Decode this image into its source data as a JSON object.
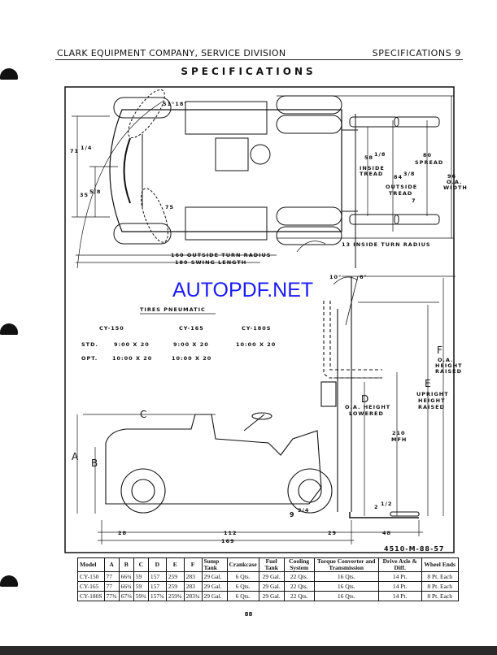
{
  "header": {
    "left": "CLARK EQUIPMENT COMPANY, SERVICE DIVISION",
    "right": "SPECIFICATIONS  9"
  },
  "title": "SPECIFICATIONS",
  "watermark": "AUTOPDF.NET",
  "top_view": {
    "angle": "51°18'",
    "angle2": "75",
    "dim_71": "71",
    "dim_71_frac": "1/4",
    "dim_35": "35",
    "dim_35_frac": "5/8",
    "outside_turn": "160 OUTSIDE TURN RADIUS",
    "swing_length": "189 SWING LENGTH",
    "inside_turn": "13 INSIDE TURN RADIUS",
    "inside_tread_val": "58",
    "inside_tread_frac": "1/8",
    "inside_tread_l1": "INSIDE",
    "inside_tread_l2": "TREAD",
    "outside_tread_val": "84",
    "outside_tread_frac": "3/8",
    "outside_tread_l1": "OUTSIDE",
    "outside_tread_l2": "TREAD",
    "spread_val": "80",
    "spread_label": "SPREAD",
    "width_val": "96",
    "width_l1": "O.A.",
    "width_l2": "WIDTH",
    "dim_7": "7"
  },
  "tires": {
    "title": "TIRES PNEUMATIC",
    "models": [
      "CY-150",
      "CY-165",
      "CY-180S"
    ],
    "std_label": "STD.",
    "std": [
      "9:00 X 20",
      "9:00 X 20",
      "10:00 X 20"
    ],
    "opt_label": "OPT.",
    "opt": [
      "10:00 X 20",
      "10:00 X 20"
    ]
  },
  "side_view": {
    "tilt_back": "10°",
    "tilt_fwd": "6°",
    "A": "A",
    "B": "B",
    "C": "C",
    "D": "D",
    "E": "E",
    "F": "F",
    "d_l1": "O.A. HEIGHT",
    "d_l2": "LOWERED",
    "e_l1": "UPRIGHT",
    "e_l2": "HEIGHT",
    "e_l3": "RAISED",
    "f_l1": "O.A.",
    "f_l2": "HEIGHT",
    "f_l3": "RAISED",
    "mfh_val": "210",
    "mfh_label": "MFH",
    "dim_28": "28",
    "dim_112": "112",
    "dim_169": "169",
    "dim_29": "29",
    "dim_48": "48",
    "dim_9": "9",
    "dim_9_frac": "3/4",
    "dim_2": "2",
    "dim_2_frac": "1/2",
    "drawing_no": "4510-M-88-57"
  },
  "table": {
    "headers": [
      "Model",
      "A",
      "B",
      "C",
      "D",
      "E",
      "F",
      "Sump Tank",
      "Crankcase",
      "Fuel Tank",
      "Cooling System",
      "Torque Converter and Transmission",
      "Drive Axle & Diff.",
      "Wheel Ends"
    ],
    "rows": [
      [
        "CY-150",
        "77",
        "66¾",
        "59",
        "157",
        "259",
        "283",
        "29 Gal.",
        "6  Qts.",
        "29 Gal.",
        "22 Qts.",
        "16 Qts.",
        "14 Pt.",
        "8 Pt. Each"
      ],
      [
        "CY-165",
        "77",
        "66¾",
        "59",
        "157",
        "259",
        "283",
        "29 Gal.",
        "6  Qts.",
        "29 Gal.",
        "22 Qts.",
        "16 Qts.",
        "14 Pt.",
        "8 Pt. Each"
      ],
      [
        "CY-180S",
        "77¾",
        "67⅜",
        "59¾",
        "157¾",
        "259¾",
        "283¾",
        "29 Gal.",
        "6  Qts.",
        "29 Gal.",
        "22 Qts.",
        "16 Qts.",
        "14 Pt.",
        "8 Pt. Each"
      ]
    ]
  },
  "page_number": "88"
}
